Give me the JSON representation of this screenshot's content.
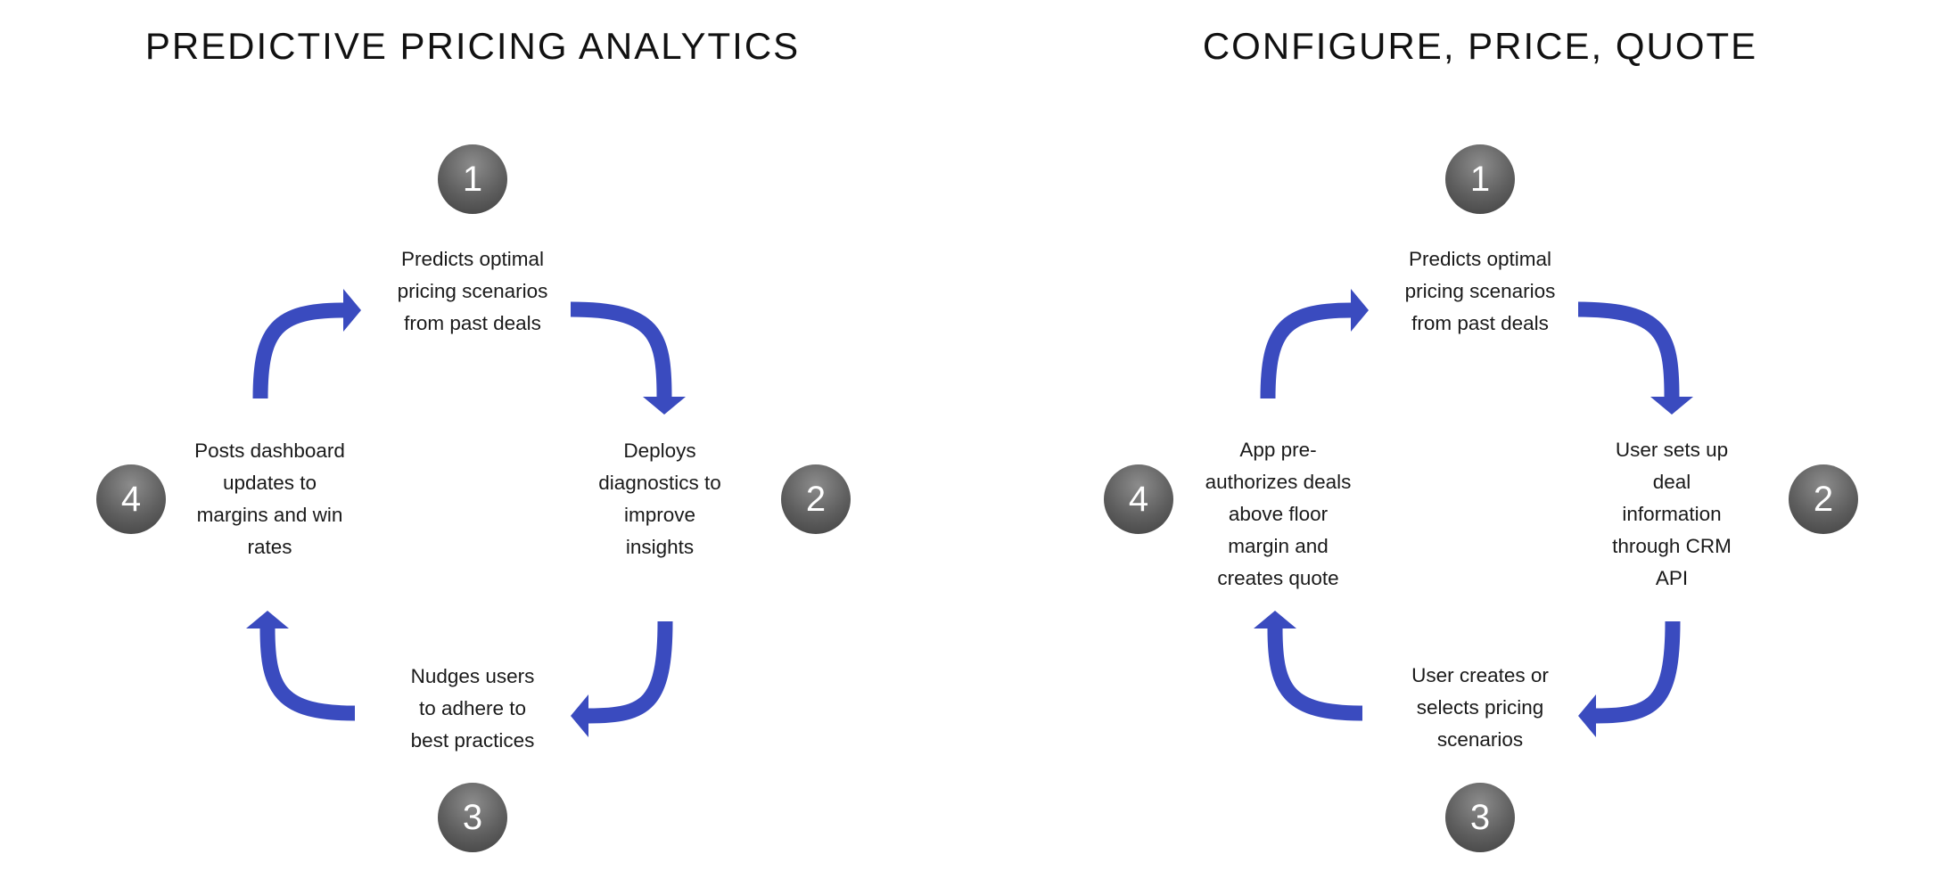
{
  "colors": {
    "arrow": "#3a4bbf",
    "badge": "#5e5e5e"
  },
  "diagrams": [
    {
      "title": "PREDICTIVE PRICING ANALYTICS",
      "steps": [
        {
          "number": "1",
          "text": "Predicts optimal\npricing scenarios\nfrom past deals"
        },
        {
          "number": "2",
          "text": "Deploys\ndiagnostics to\nimprove\ninsights"
        },
        {
          "number": "3",
          "text": "Nudges users\nto adhere to\nbest practices"
        },
        {
          "number": "4",
          "text": "Posts dashboard\nupdates to\nmargins and win\nrates"
        }
      ]
    },
    {
      "title": "CONFIGURE, PRICE, QUOTE",
      "steps": [
        {
          "number": "1",
          "text": "Predicts optimal\npricing scenarios\nfrom past deals"
        },
        {
          "number": "2",
          "text": "User sets up\ndeal\ninformation\nthrough CRM\nAPI"
        },
        {
          "number": "3",
          "text": "User creates or\nselects pricing\nscenarios"
        },
        {
          "number": "4",
          "text": "App pre-\nauthorizes deals\nabove floor\nmargin and\ncreates quote"
        }
      ]
    }
  ]
}
